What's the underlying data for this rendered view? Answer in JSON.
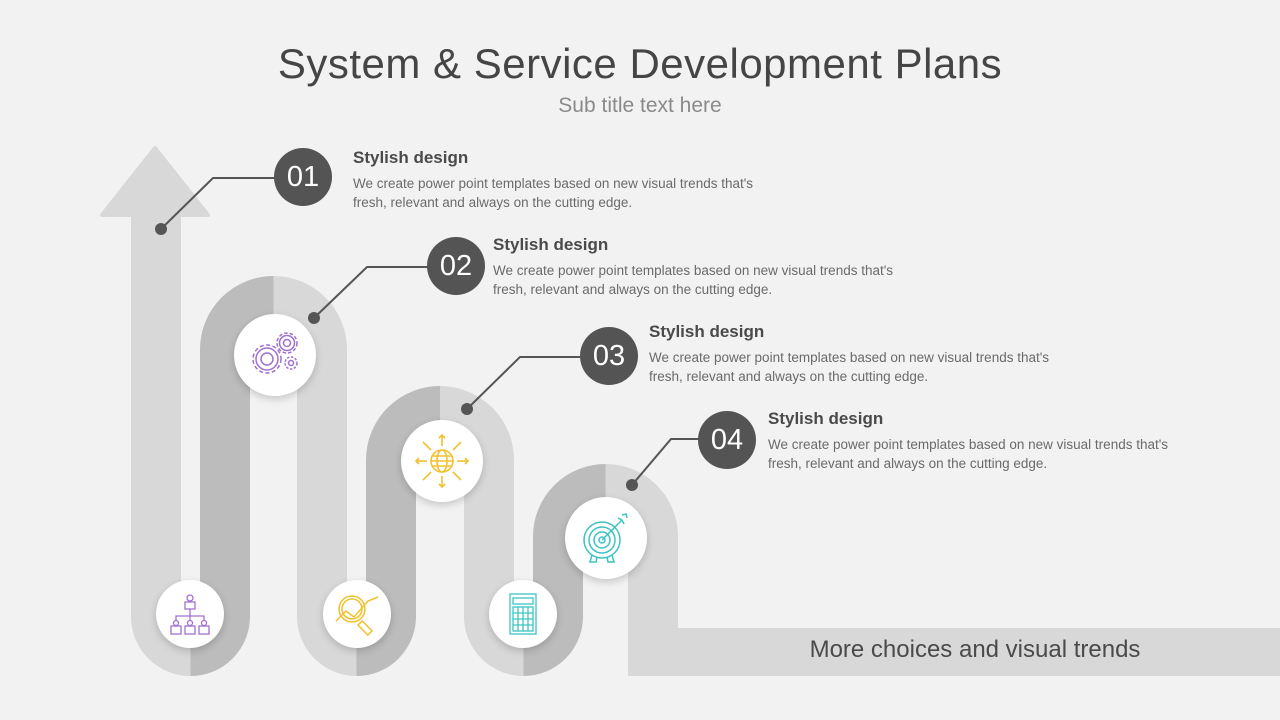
{
  "header": {
    "title": "System & Service Development Plans",
    "subtitle": "Sub title text here"
  },
  "steps": [
    {
      "number": "01",
      "title": "Stylish design",
      "line1": "We create power point templates based on new visual trends that's",
      "line2": "fresh, relevant and always on the cutting edge."
    },
    {
      "number": "02",
      "title": "Stylish design",
      "line1": "We create power point templates based on new visual trends that's",
      "line2": "fresh, relevant and always on the cutting edge."
    },
    {
      "number": "03",
      "title": "Stylish design",
      "line1": "We create power point templates based on new visual trends that's",
      "line2": "fresh, relevant and always on the cutting edge."
    },
    {
      "number": "04",
      "title": "Stylish design",
      "line1": "We create power point templates based on new visual trends that's",
      "line2": "fresh, relevant and always on the cutting edge."
    }
  ],
  "icons": [
    "hierarchy-icon",
    "gears-icon",
    "magnifier-chart-icon",
    "globe-arrows-icon",
    "calculator-icon",
    "target-icon"
  ],
  "footer": {
    "text": "More choices and visual trends"
  },
  "colors": {
    "background": "#f2f2f2",
    "light": "#d8d8d8",
    "dark": "#bcbcbc",
    "badge": "#545454",
    "purple": "#a070d0",
    "yellow": "#f2c12e",
    "teal": "#3cc3c3"
  }
}
